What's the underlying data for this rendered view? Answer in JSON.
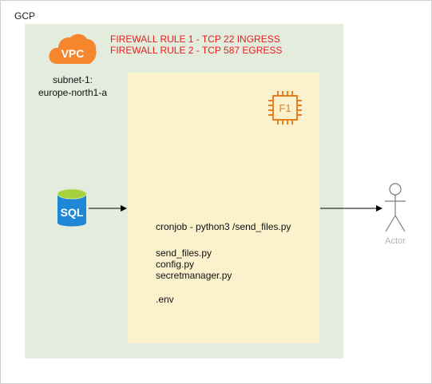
{
  "diagram": {
    "frame_label": "GCP",
    "vpc": {
      "icon_text": "VPC",
      "subnet_line1": "subnet-1:",
      "subnet_line2": "europe-north1-a",
      "fill_color": "#e3ecdd"
    },
    "firewall_rules": [
      "FIREWALL RULE 1 - TCP 22 INGRESS",
      "FIREWALL RULE 2 - TCP 587 EGRESS"
    ],
    "instance": {
      "chip_label": "F1",
      "cron": "cronjob - python3 /send_files.py",
      "files": [
        "send_files.py",
        "config.py",
        "secretmanager.py"
      ],
      "env_file": ".env",
      "fill_color": "#fbf1cd"
    },
    "database": {
      "icon_text": "SQL"
    },
    "actor": {
      "label": "Actor"
    },
    "colors": {
      "cloud": "#f5862d",
      "chip": "#e67e22",
      "rules_text": "#e81c1c",
      "db_blue": "#1e88d6",
      "db_top": "#a4d13d"
    }
  }
}
